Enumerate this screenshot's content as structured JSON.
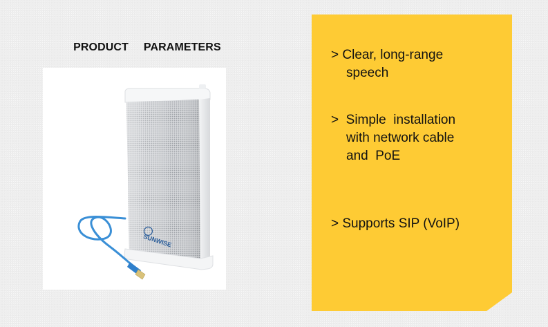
{
  "header": {
    "title_word1": "PRODUCT",
    "title_word2": "PARAMETERS"
  },
  "product_image": {
    "alt": "White column speaker with blue network cable",
    "brand_label": "SUNWISE",
    "colors": {
      "cable": "#3a8fd6",
      "body": "#e9eaec",
      "grille": "#c9cbce"
    }
  },
  "features_panel": {
    "background": "#fecb34",
    "items": [
      {
        "lines": [
          "> Clear, long-range",
          "speech"
        ]
      },
      {
        "lines": [
          ">  Simple  installation",
          "with network cable",
          "and  PoE"
        ]
      },
      {
        "lines": [
          "> Supports SIP (VoIP)"
        ]
      }
    ]
  }
}
